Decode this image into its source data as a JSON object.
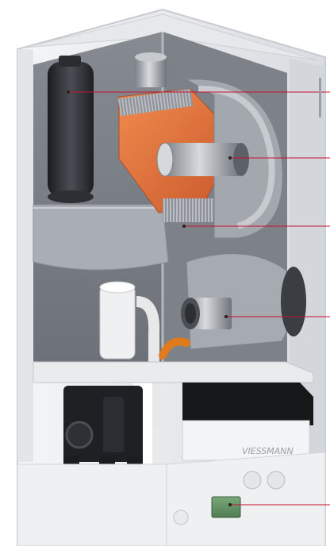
{
  "figure": {
    "brand_text": "VIESSMANN",
    "side_text": "▮▮▮▮▮▮▮▮▮▮",
    "colors": {
      "callout_line": "#c8102e",
      "callout_dot": "#222222",
      "casing": "#ecedef",
      "cutaway_interior": "#9a9fa6",
      "heat_exchanger": "#e0733c",
      "display": "#5f8f61",
      "pipe_copper": "#e07a1c"
    },
    "callouts": [
      {
        "id": "expansion-vessel",
        "label": ""
      },
      {
        "id": "burner",
        "label": ""
      },
      {
        "id": "heat-exchanger",
        "label": ""
      },
      {
        "id": "fan",
        "label": ""
      },
      {
        "id": "display",
        "label": ""
      }
    ]
  }
}
